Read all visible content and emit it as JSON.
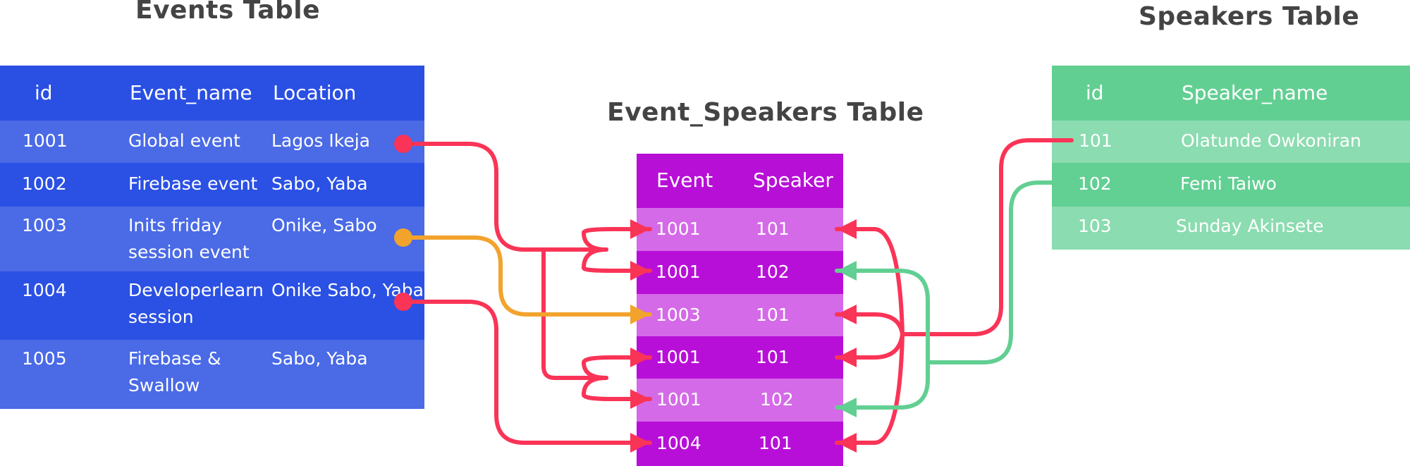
{
  "events_table": {
    "title": "Events Table",
    "headers": [
      "id",
      "Event_name",
      "Location"
    ],
    "rows": [
      [
        "1001",
        "Global event",
        "Lagos Ikeja"
      ],
      [
        "1002",
        "Firebase event",
        "Sabo, Yaba"
      ],
      [
        "1003",
        "Inits friday\nsession event",
        "Onike, Sabo"
      ],
      [
        "1004",
        "Developerlearn\nsession",
        "Onike Sabo, Yaba"
      ],
      [
        "1005",
        "Firebase &\nSwallow",
        "Sabo, Yaba"
      ]
    ]
  },
  "event_speakers_table": {
    "title": "Event_Speakers Table",
    "headers": [
      "Event",
      "Speaker"
    ],
    "rows": [
      [
        "1001",
        "101"
      ],
      [
        "1001",
        "102"
      ],
      [
        "1003",
        "101"
      ],
      [
        "1001",
        "101"
      ],
      [
        "1001",
        "102"
      ],
      [
        "1004",
        "101"
      ]
    ]
  },
  "speakers_table": {
    "title": "Speakers Table",
    "headers": [
      "id",
      "Speaker_name"
    ],
    "rows": [
      [
        "101",
        "Olatunde Owkoniran"
      ],
      [
        "102",
        "Femi Taiwo"
      ],
      [
        "103",
        "Sunday Akinsete"
      ]
    ]
  },
  "colors": {
    "events_header": "#2a4fe3",
    "events_row_light": "#4a6ae6",
    "events_row_dark": "#2b50e4",
    "junction_header": "#b70fd6",
    "junction_row_light": "#d46ae7",
    "junction_row_dark": "#b80fd8",
    "speakers_header": "#62cf92",
    "speakers_row_light": "#8bdcb0",
    "speakers_row_dark": "#62cf93",
    "connector_red": "#fa3457",
    "connector_orange": "#f2a32c",
    "connector_green": "#62cf92"
  }
}
